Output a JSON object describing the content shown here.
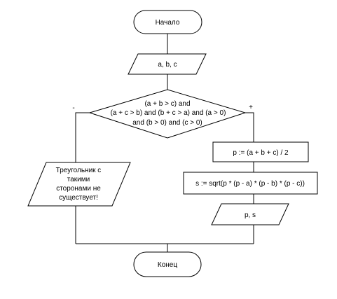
{
  "flowchart": {
    "start": "Начало",
    "input": "a, b, c",
    "condition": [
      "(a + b > c) and",
      "(a + c > b) and (b + c > a) and (a > 0)",
      "and (b > 0) and (c > 0)"
    ],
    "branch_no": "-",
    "branch_yes": "+",
    "compute_p": "p := (a + b + c) / 2",
    "compute_s": "s := sqrt(p * (p - a) * (p - b) * (p - c))",
    "output": "p, s",
    "error_message": [
      "Треугольник с",
      "такими",
      "сторонами не",
      "существует!"
    ],
    "end": "Конец"
  }
}
